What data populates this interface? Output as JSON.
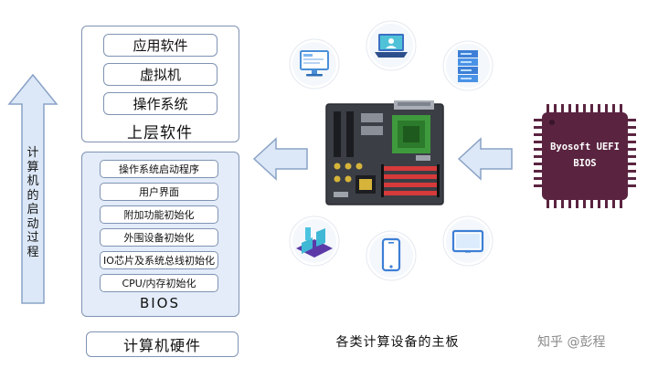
{
  "left_panel": {
    "vertical_label": "计算机的启动过程",
    "upper_software": {
      "title": "上层软件",
      "items": [
        "应用软件",
        "虚拟机",
        "操作系统"
      ]
    },
    "bios": {
      "title": "BIOS",
      "items": [
        "操作系统启动程序",
        "用户界面",
        "附加功能初始化",
        "外围设备初始化",
        "IO芯片及系统总线初始化",
        "CPU/内存初始化"
      ]
    },
    "hardware_label": "计算机硬件"
  },
  "center": {
    "caption": "各类计算设备的主板",
    "device_icons": [
      "desktop-monitor-icon",
      "laptop-icon",
      "server-rack-icon",
      "iot-device-icon",
      "smartphone-icon",
      "tablet-icon"
    ]
  },
  "chip": {
    "line1": "Byosoft UEFI",
    "line2": "BIOS"
  },
  "watermark": "知乎 @彭程",
  "colors": {
    "box_border": "#7f93b3",
    "arrow_fill": "#dce8f7",
    "bios_bg": "#e3ecf8",
    "chip_body": "#5a2440"
  }
}
